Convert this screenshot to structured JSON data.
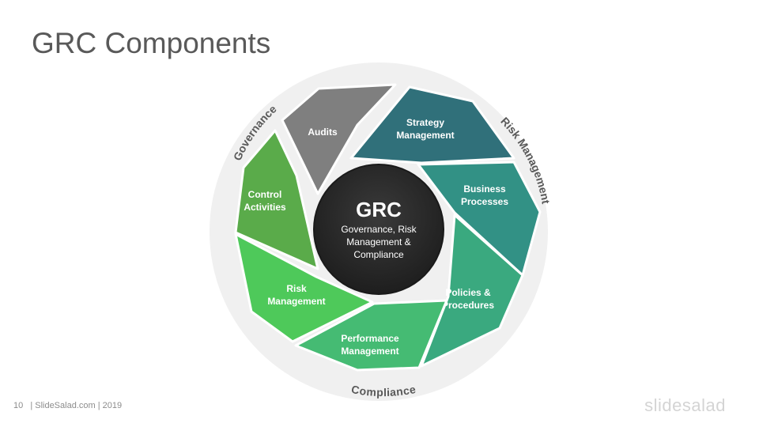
{
  "slide": {
    "title": "GRC Components"
  },
  "center": {
    "title": "GRC",
    "subtitle_lines": [
      "Governance, Risk",
      "Management  &",
      "Compliance"
    ]
  },
  "ring_labels": {
    "governance": "Governance",
    "risk_management": "Risk Management",
    "compliance": "Compliance"
  },
  "segments": [
    {
      "id": "audits",
      "lines": [
        "Audits"
      ],
      "color": "#7f7f7f"
    },
    {
      "id": "strategy-management",
      "lines": [
        "Strategy",
        "Management"
      ],
      "color": "#30707a"
    },
    {
      "id": "business-processes",
      "lines": [
        "Business",
        "Processes"
      ],
      "color": "#329185"
    },
    {
      "id": "policies-procedures",
      "lines": [
        "Policies  &",
        "Procedures"
      ],
      "color": "#3aa97f"
    },
    {
      "id": "performance-management",
      "lines": [
        "Performance",
        "Management"
      ],
      "color": "#45bb73"
    },
    {
      "id": "risk-management",
      "lines": [
        "Risk",
        "Management"
      ],
      "color": "#4ec95a"
    },
    {
      "id": "control-activities",
      "lines": [
        "Control",
        "Activities"
      ],
      "color": "#5aab4a"
    }
  ],
  "colors": {
    "outer_ring": "#f0f0f0",
    "center_circle": "#2b2b2b",
    "ring_text": "#595959"
  },
  "footer": {
    "page_number": "10",
    "credit": "| SlideSalad.com | 2019"
  },
  "logo": {
    "text": "slidesalad"
  }
}
